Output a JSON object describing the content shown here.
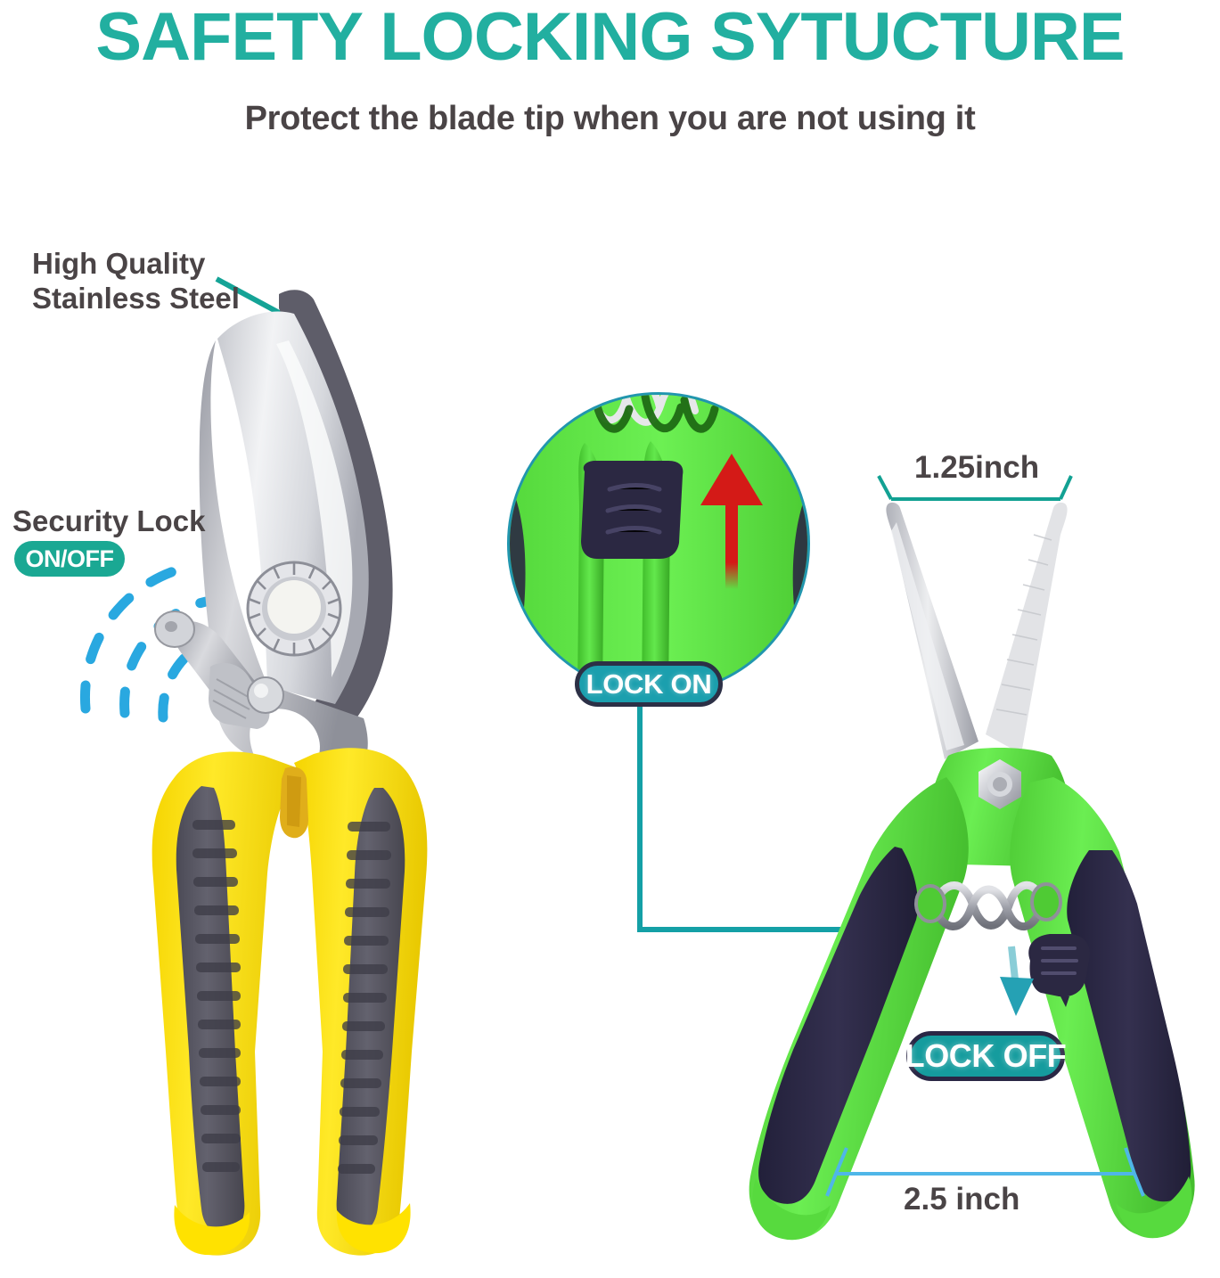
{
  "header": {
    "title": "SAFETY LOCKING SYTUCTURE",
    "subtitle": "Protect the blade tip when you are not using it",
    "title_color": "#22AFA0",
    "subtitle_color": "#4A4446"
  },
  "callouts": {
    "stainless_steel": "High Quality\nStainless Steel",
    "security_lock": "Security Lock",
    "onoff_badge": "ON/OFF"
  },
  "badges": {
    "lock_on": "LOCK ON",
    "lock_off": "LOCK OFF"
  },
  "dimensions": {
    "blade_opening": "1.25inch",
    "handle_span": "2.5 inch"
  },
  "colors": {
    "teal_accent": "#22AFA0",
    "teal_badge": "#1AA893",
    "teal_lock_on": "#1B9FAE",
    "teal_lock_off": "#159C9E",
    "badge_outline": "#2A2745",
    "blue_dash": "#29A8E0",
    "blue_dim_line": "#4FB6E8",
    "teal_dim_line": "#12A193",
    "red_arrow": "#D41A17",
    "handle_yellow": "#FFE500",
    "grip_gray": "#55545F",
    "handle_green": "#5BD943",
    "grip_navy": "#2A2745",
    "steel_light": "#E9EAEC",
    "steel_mid": "#B9BBC2",
    "steel_dark": "#8A8C96",
    "text_dark": "#4A4446",
    "leader_dot": "#1AA893",
    "anchor_dot": "#E8E033"
  },
  "icons": {
    "magnifier": "magnifier-circle-inset",
    "up_arrow": "red-up-arrow-icon",
    "down_arrow": "teal-down-arrow-icon",
    "motion_arcs": "blue-motion-dash-arcs",
    "leader_line": "teal-leader-line",
    "elbow_connector": "teal-elbow-connector-line"
  },
  "products": {
    "left": {
      "name": "bypass-pruning-shears",
      "handle_color": "#FFE500",
      "grip_color": "#55545F"
    },
    "right": {
      "name": "straight-blade-pruning-snips",
      "handle_color": "#5BD943",
      "grip_color": "#2A2745"
    }
  }
}
